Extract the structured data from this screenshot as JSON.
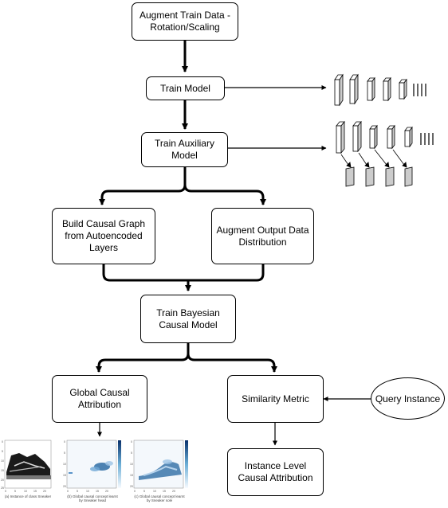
{
  "nodes": {
    "augment_train": "Augment Train Data -\nRotation/Scaling",
    "train_model": "Train Model",
    "train_aux": "Train Auxiliary\nModel",
    "build_causal": "Build Causal Graph\nfrom Autoencoded\nLayers",
    "augment_output": "Augment Output Data\nDistribution",
    "train_bayesian": "Train Bayesian\nCausal Model",
    "global_attr": "Global Causal\nAttribution",
    "similarity": "Similarity Metric",
    "query": "Query Instance",
    "instance_attr": "Instance Level\nCausal Attribution"
  },
  "thumbnails": {
    "captions": [
      "(a) Instance of class Sneaker",
      "(b) Global causal concept learnt\nby Sneaker head",
      "(c) Global causal concept learnt\nby Sneaker sole"
    ]
  }
}
